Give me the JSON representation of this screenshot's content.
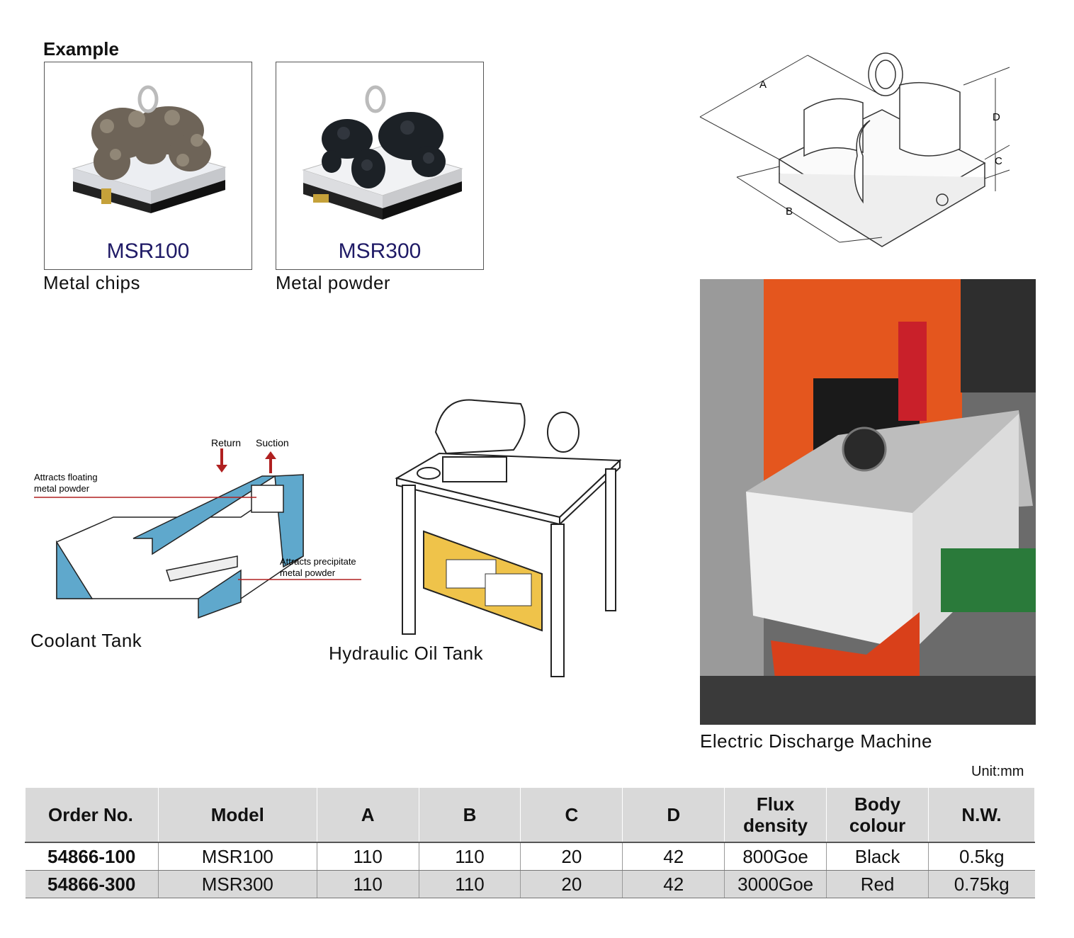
{
  "example": {
    "title": "Example",
    "items": [
      {
        "model": "MSR100",
        "caption": "Metal chips"
      },
      {
        "model": "MSR300",
        "caption": "Metal powder"
      }
    ]
  },
  "dimension_diagram": {
    "labels": [
      "A",
      "B",
      "C",
      "D"
    ]
  },
  "coolant_tank": {
    "caption": "Coolant Tank",
    "return_label": "Return",
    "suction_label": "Suction",
    "floating_label_1": "Attracts floating",
    "floating_label_2": "metal powder",
    "precip_label_1": "Attracts precipitate",
    "precip_label_2": "metal powder"
  },
  "hydraulic_tank": {
    "caption": "Hydraulic Oil Tank"
  },
  "edm": {
    "caption": "Electric Discharge Machine"
  },
  "unit": "Unit:mm",
  "table": {
    "headers": [
      "Order No.",
      "Model",
      "A",
      "B",
      "C",
      "D",
      "Flux density",
      "Body colour",
      "N.W."
    ],
    "header_flux_1": "Flux",
    "header_flux_2": "density",
    "header_body_1": "Body",
    "header_body_2": "colour",
    "rows": [
      [
        "54866-100",
        "MSR100",
        "110",
        "110",
        "20",
        "42",
        "800Goe",
        "Black",
        "0.5kg"
      ],
      [
        "54866-300",
        "MSR300",
        "110",
        "110",
        "20",
        "42",
        "3000Goe",
        "Red",
        "0.75kg"
      ]
    ]
  },
  "colors": {
    "accent_blue": "#5fa8cc",
    "arrow_red": "#b02020",
    "label_navy": "#1f1a66",
    "oil_yellow": "#efc34a",
    "machine_orange": "#e4561e"
  }
}
